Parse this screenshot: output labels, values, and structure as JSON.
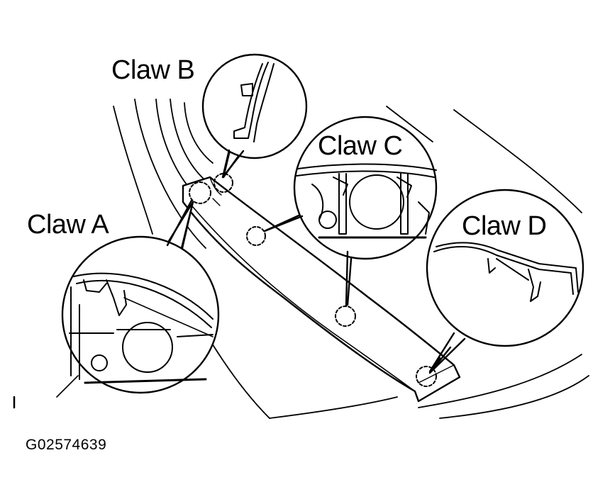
{
  "labels": {
    "claw_a": "Claw A",
    "claw_b": "Claw B",
    "claw_c": "Claw C",
    "claw_d": "Claw D",
    "figure_id": "G02574639"
  },
  "colors": {
    "line": "#000000",
    "background": "#ffffff"
  }
}
